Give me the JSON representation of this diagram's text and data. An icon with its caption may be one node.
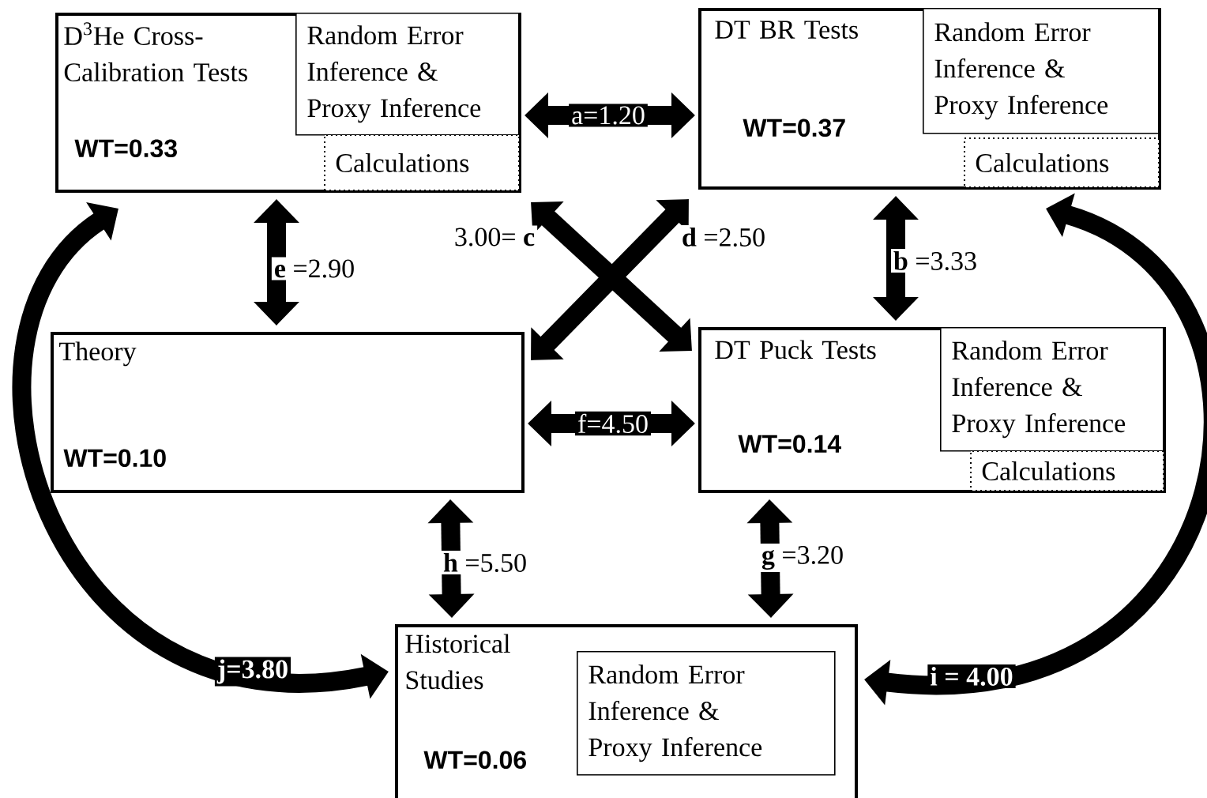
{
  "diagram": {
    "nodes": [
      {
        "text": [
          "D$^{3}$He Cross-Calibration Tests",
          "WT=0.33"
        ]
      },
      {
        "text": [
          "Random Error Inference & Proxy Inference"
        ],
        "in": 0
      },
      {
        "text": [
          "Calculations"
        ],
        "in": 0
      },
      {
        "text": [
          "DT BR Tests",
          "WT=0.37"
        ]
      },
      {
        "text": [
          "Random Error Inference & Proxy Inference"
        ],
        "in": 3
      },
      {
        "text": [
          "Calculations"
        ],
        "in": 3
      },
      {
        "text": [
          "Theory",
          "WT=0.10"
        ]
      },
      {
        "text": [
          "DT Puck Tests",
          "WT=0.14"
        ]
      },
      {
        "text": [
          "Random Error Inference & Proxy Inference"
        ],
        "in": 7
      },
      {
        "text": [
          "Calculations"
        ],
        "in": 7
      },
      {
        "text": [
          "Historical Studies",
          "WT=0.06"
        ]
      },
      {
        "text": [
          "Random Error Inference & Proxy Inference"
        ],
        "in": 10
      }
    ],
    "edges": [
      {
        "from": 0,
        "to": 3,
        "arrow": "both",
        "label": "a=1.20"
      },
      {
        "from": 0,
        "to": 6,
        "arrow": "both",
        "label": "**e** =2.90"
      },
      {
        "from": 0,
        "to": 7,
        "arrow": "both",
        "label": "3.00= **c**"
      },
      {
        "from": 3,
        "to": 6,
        "arrow": "both",
        "label": "**d** =2.50"
      },
      {
        "from": 3,
        "to": 7,
        "arrow": "both",
        "label": "**b** =3.33"
      },
      {
        "from": 6,
        "to": 7,
        "arrow": "both",
        "label": "f=4.50"
      },
      {
        "from": 6,
        "to": 10,
        "arrow": "both",
        "label": "**h** =5.50"
      },
      {
        "from": 7,
        "to": 10,
        "arrow": "both",
        "label": "**g** =3.20"
      },
      {
        "from": 0,
        "to": 10,
        "arrow": "both",
        "label": "j=3.80"
      },
      {
        "from": 3,
        "to": 10,
        "arrow": "both",
        "label": "i = 4.00"
      }
    ]
  }
}
